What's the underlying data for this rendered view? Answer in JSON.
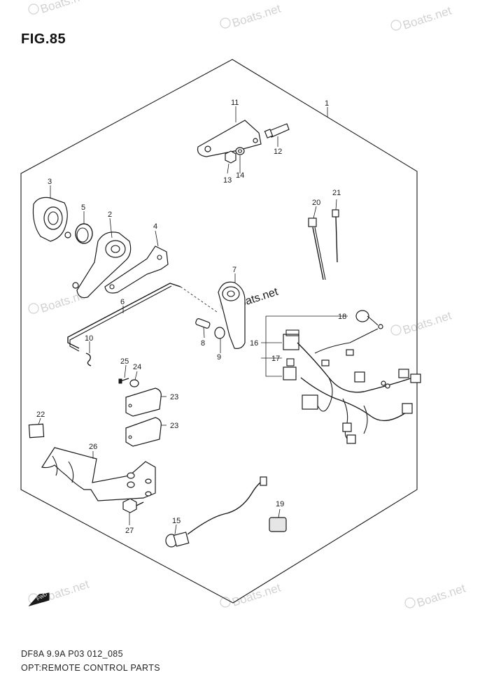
{
  "figure_title": "FIG.85",
  "watermark_text": "Boats.net",
  "footer": {
    "code": "DF8A 9.9A P03 012_085",
    "description": "OPT:REMOTE CONTROL PARTS"
  },
  "fwd_label": "FWD",
  "callouts": [
    "1",
    "2",
    "3",
    "4",
    "5",
    "6",
    "7",
    "8",
    "9",
    "10",
    "11",
    "12",
    "13",
    "14",
    "16",
    "17",
    "18",
    "19",
    "20",
    "21",
    "22",
    "23",
    "23",
    "24",
    "25",
    "26",
    "27",
    "15"
  ]
}
